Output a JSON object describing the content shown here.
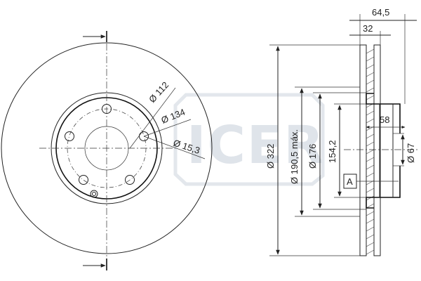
{
  "watermark": "ICER",
  "front_view": {
    "dim_pcd": "Ø 112",
    "dim_hub": "Ø 134",
    "dim_bolt": "Ø 15,3"
  },
  "section_view": {
    "dim_overall_thickness": "64,5",
    "dim_disc_thickness": "32",
    "dim_outer_diameter": "Ø 322",
    "dim_inner_friction": "Ø 190,5 máx.",
    "dim_bell_diameter": "Ø 176",
    "dim_depth": "154,2",
    "dim_offset": "58",
    "dim_center_bore": "Ø 67",
    "datum_label": "A"
  }
}
